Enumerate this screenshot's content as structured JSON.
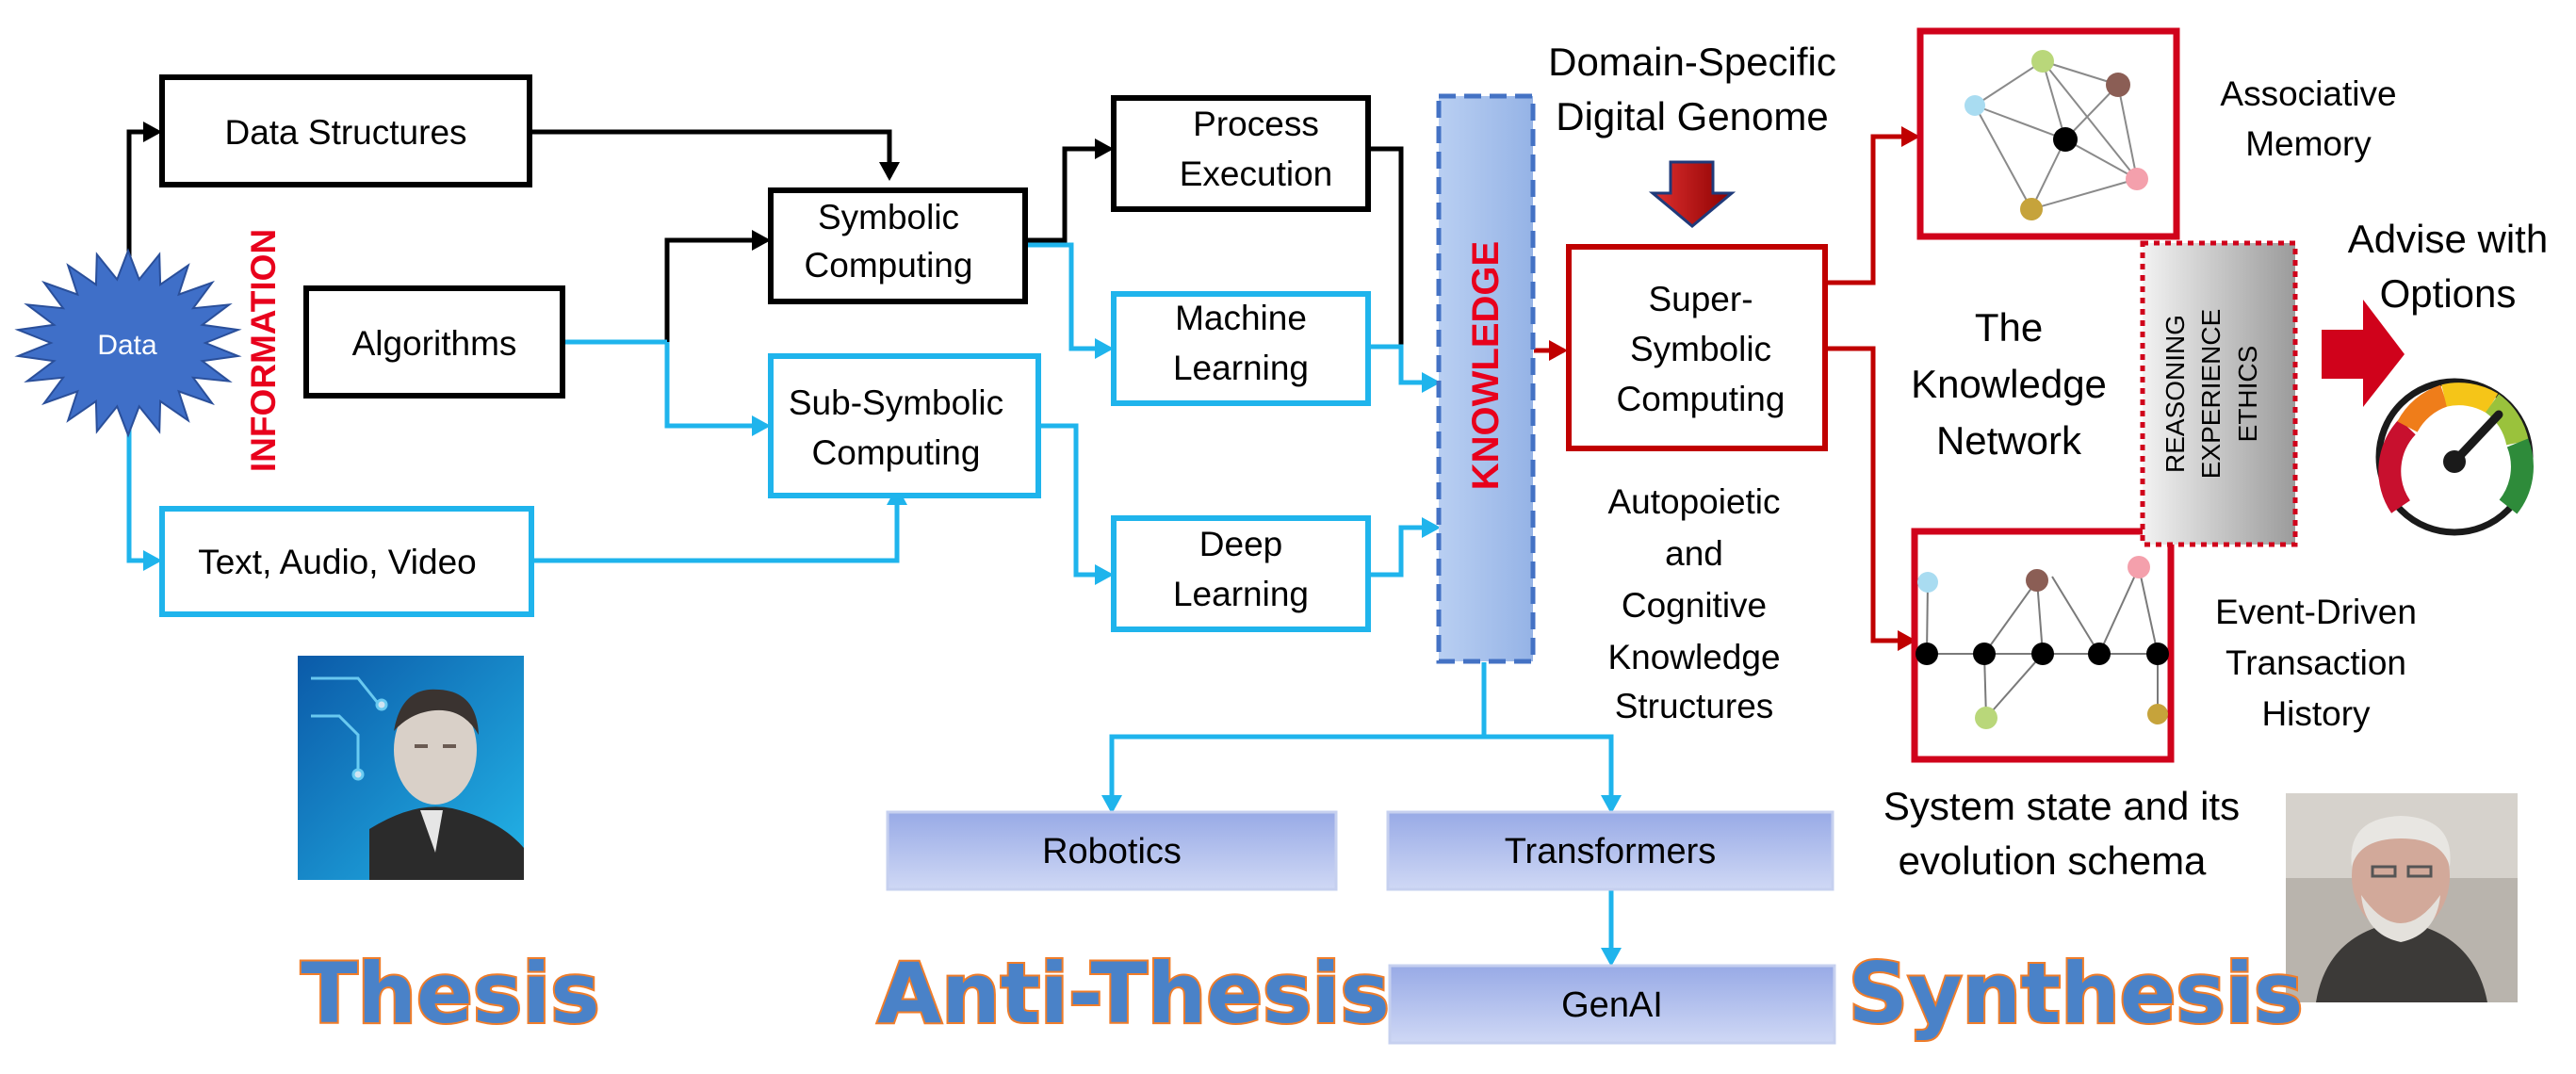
{
  "diagram": {
    "nodes": {
      "data": "Data",
      "information": "INFORMATION",
      "data_structures": "Data Structures",
      "algorithms": "Algorithms",
      "text_audio_video": "Text, Audio, Video",
      "symbolic_1": "Symbolic",
      "symbolic_2": "Computing",
      "subsymbolic_1": "Sub-Symbolic",
      "subsymbolic_2": "Computing",
      "process_1": "Process",
      "process_2": "Execution",
      "ml_1": "Machine",
      "ml_2": "Learning",
      "dl_1": "Deep",
      "dl_2": "Learning",
      "knowledge": "KNOWLEDGE",
      "genome_1": "Domain-Specific",
      "genome_2": "Digital Genome",
      "super_1": "Super-",
      "super_2": "Symbolic",
      "super_3": "Computing",
      "auto_1": "Autopoietic",
      "auto_2": "and",
      "auto_3": "Cognitive",
      "auto_4": "Knowledge",
      "auto_5": "Structures",
      "kn_1": "The",
      "kn_2": "Knowledge",
      "kn_3": "Network",
      "assoc_1": "Associative",
      "assoc_2": "Memory",
      "event_1": "Event-Driven",
      "event_2": "Transaction",
      "event_3": "History",
      "rec_1": "REASONING",
      "rec_2": "EXPERIENCE",
      "rec_3": "ETHICS",
      "advise_1": "Advise with",
      "advise_2": "Options",
      "state_1": "System state and its",
      "state_2": "evolution schema",
      "robotics": "Robotics",
      "transformers": "Transformers",
      "genai": "GenAI"
    },
    "titles": {
      "thesis": "Thesis",
      "antithesis": "Anti-Thesis",
      "synthesis": "Synthesis"
    },
    "colors": {
      "black": "#000000",
      "blue": "#1fb4ec",
      "dark_red": "#c00000",
      "red": "#e8001c",
      "data_star": "#3f6fc8",
      "knowledge_fill": "#a9c3ee",
      "knowledge_border": "#4472c4",
      "title_fill": "#4a82c8",
      "title_stroke": "#f07d2a",
      "bottom_box": "#a9b9ea"
    }
  }
}
